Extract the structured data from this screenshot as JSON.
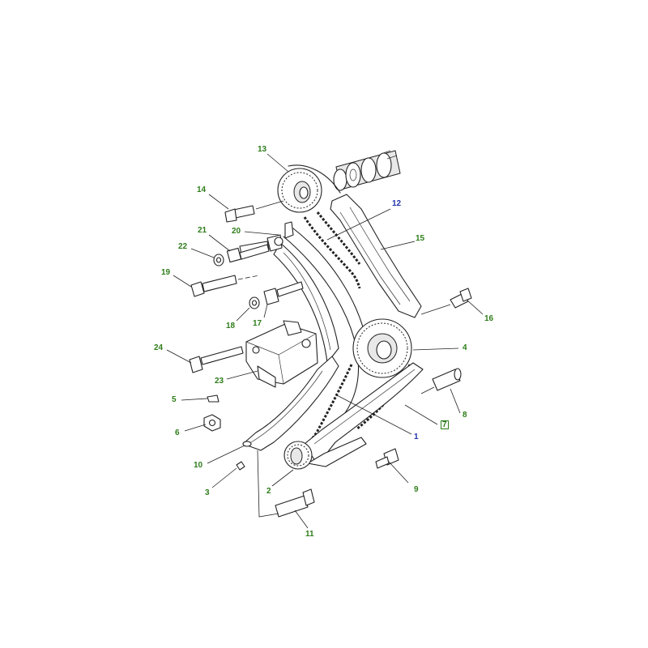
{
  "colors": {
    "callout_green": "#2e7d1a",
    "callout_blue": "#2233aa",
    "line": "#222222",
    "background": "#ffffff"
  },
  "callouts": [
    {
      "id": "c1",
      "label": "1",
      "color": "blue"
    },
    {
      "id": "c2",
      "label": "2",
      "color": "green"
    },
    {
      "id": "c3",
      "label": "3",
      "color": "green"
    },
    {
      "id": "c4",
      "label": "4",
      "color": "green"
    },
    {
      "id": "c5",
      "label": "5",
      "color": "green"
    },
    {
      "id": "c6",
      "label": "6",
      "color": "green"
    },
    {
      "id": "c7",
      "label": "7",
      "color": "green",
      "boxed": true
    },
    {
      "id": "c8",
      "label": "8",
      "color": "green"
    },
    {
      "id": "c9",
      "label": "9",
      "color": "green"
    },
    {
      "id": "c10",
      "label": "10",
      "color": "green"
    },
    {
      "id": "c11",
      "label": "11",
      "color": "green"
    },
    {
      "id": "c12",
      "label": "12",
      "color": "blue"
    },
    {
      "id": "c13",
      "label": "13",
      "color": "green"
    },
    {
      "id": "c14",
      "label": "14",
      "color": "green"
    },
    {
      "id": "c15",
      "label": "15",
      "color": "green"
    },
    {
      "id": "c16",
      "label": "16",
      "color": "green"
    },
    {
      "id": "c17",
      "label": "17",
      "color": "green"
    },
    {
      "id": "c18",
      "label": "18",
      "color": "green"
    },
    {
      "id": "c19",
      "label": "19",
      "color": "green"
    },
    {
      "id": "c20",
      "label": "20",
      "color": "green"
    },
    {
      "id": "c21",
      "label": "21",
      "color": "green"
    },
    {
      "id": "c22",
      "label": "22",
      "color": "green"
    },
    {
      "id": "c23",
      "label": "23",
      "color": "green"
    },
    {
      "id": "c24",
      "label": "24",
      "color": "green"
    }
  ]
}
